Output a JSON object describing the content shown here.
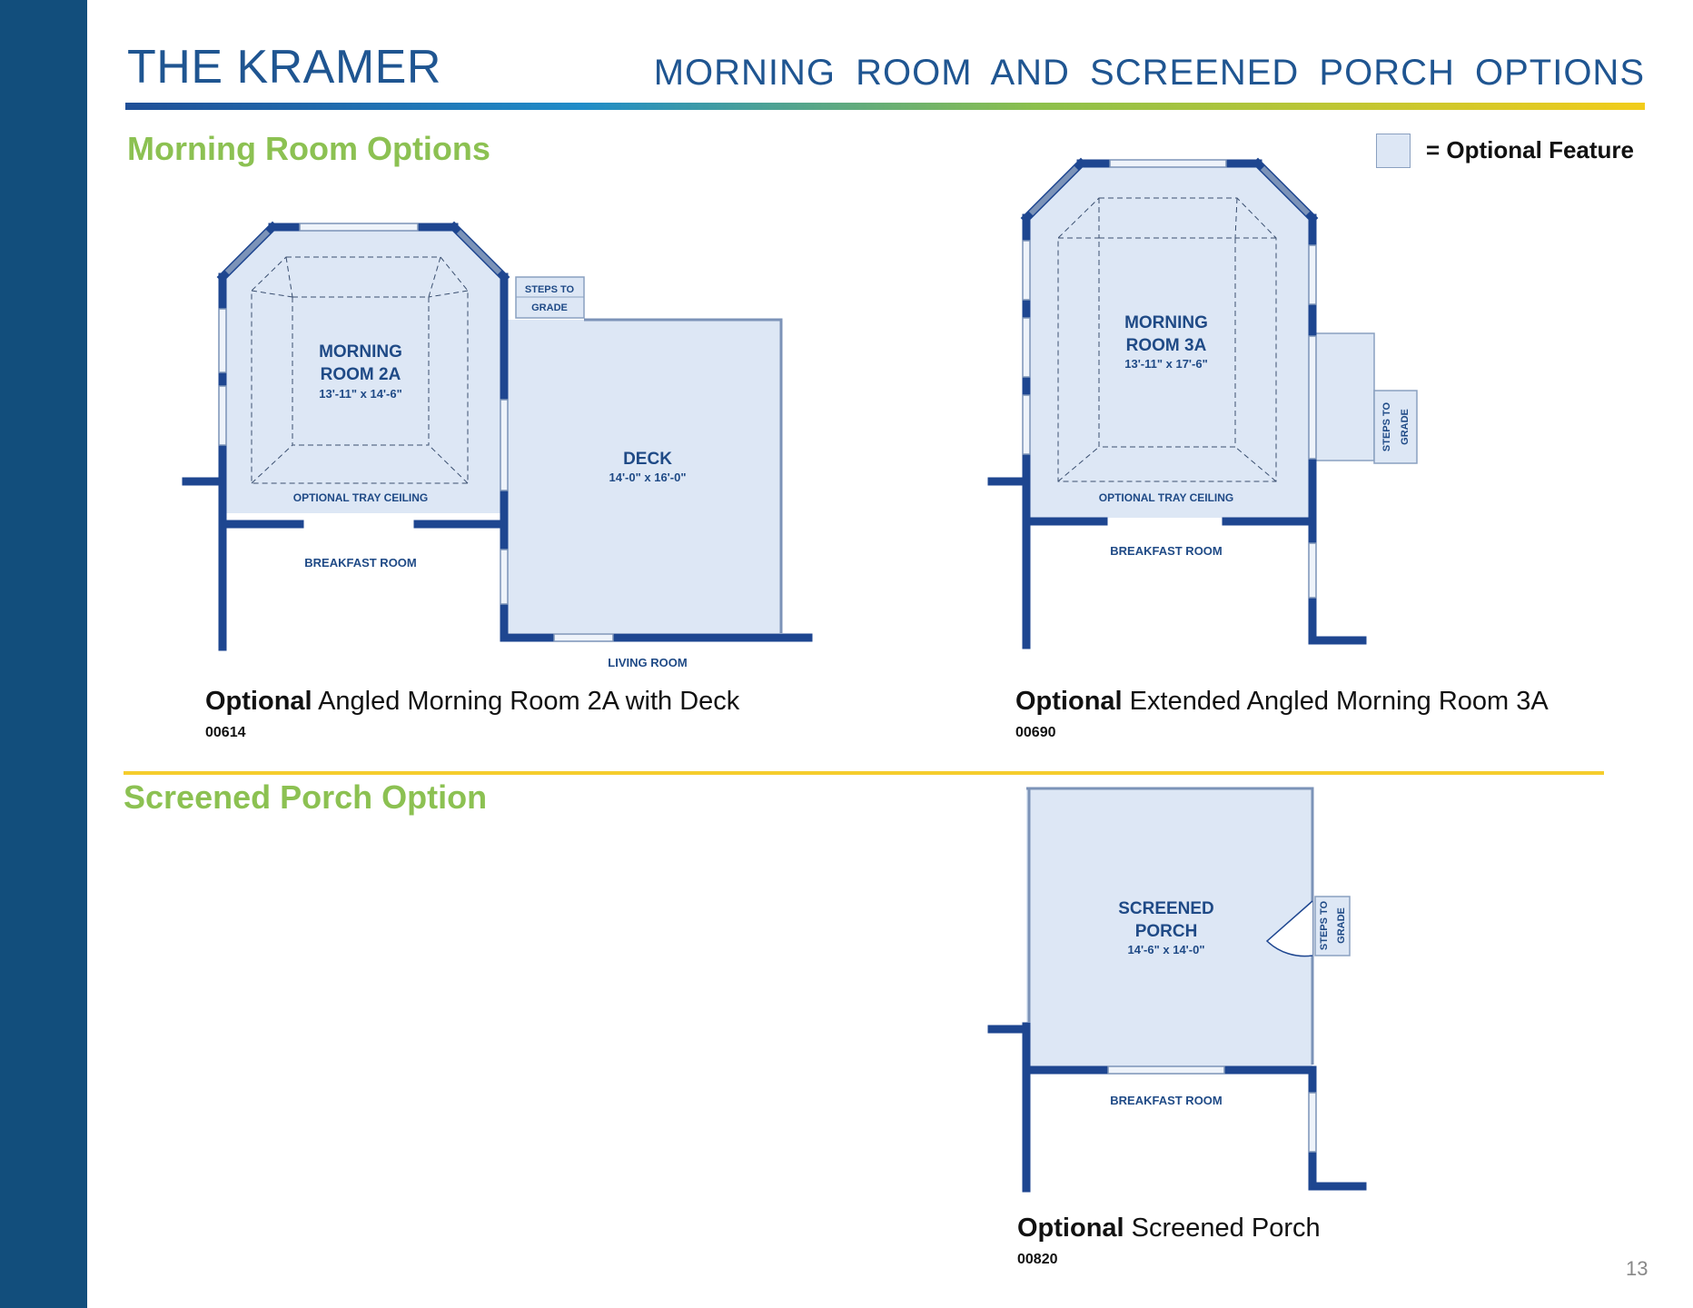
{
  "header": {
    "brand": "THE KRAMER",
    "title": "MORNING ROOM AND SCREENED PORCH OPTIONS"
  },
  "legend": {
    "text": "= Optional Feature"
  },
  "sections": {
    "morning": "Morning Room Options",
    "porch": "Screened Porch Option"
  },
  "plans": [
    {
      "caption_bold": "Optional",
      "caption_rest": " Angled Morning Room 2A with Deck",
      "code": "00614",
      "labels": {
        "room_l1": "MORNING",
        "room_l2": "ROOM 2A",
        "room_dim": "13'-11\" x 14'-6\"",
        "tray": "OPTIONAL TRAY CEILING",
        "breakfast": "BREAKFAST ROOM",
        "deck": "DECK",
        "deck_dim": "14'-0\" x 16'-0\"",
        "steps_l1": "STEPS TO",
        "steps_l2": "GRADE",
        "living": "LIVING ROOM"
      }
    },
    {
      "caption_bold": "Optional",
      "caption_rest": " Extended Angled Morning Room 3A",
      "code": "00690",
      "labels": {
        "room_l1": "MORNING",
        "room_l2": "ROOM 3A",
        "room_dim": "13'-11\" x 17'-6\"",
        "tray": "OPTIONAL TRAY CEILING",
        "breakfast": "BREAKFAST ROOM",
        "steps_l1": "STEPS TO",
        "steps_l2": "GRADE"
      }
    },
    {
      "caption_bold": "Optional",
      "caption_rest": " Screened Porch",
      "code": "00820",
      "labels": {
        "room_l1": "SCREENED",
        "room_l2": "PORCH",
        "room_dim": "14'-6\" x 14'-0\"",
        "breakfast": "BREAKFAST ROOM",
        "steps_l1": "STEPS TO",
        "steps_l2": "GRADE"
      }
    }
  ],
  "page_number": "13",
  "colors": {
    "sidebar": "#124e7c",
    "title_blue": "#1f5591",
    "section_green": "#8cc152",
    "wall": "#1e4690",
    "optional_fill": "#dde7f5",
    "divider_yellow": "#f5cd2c"
  }
}
